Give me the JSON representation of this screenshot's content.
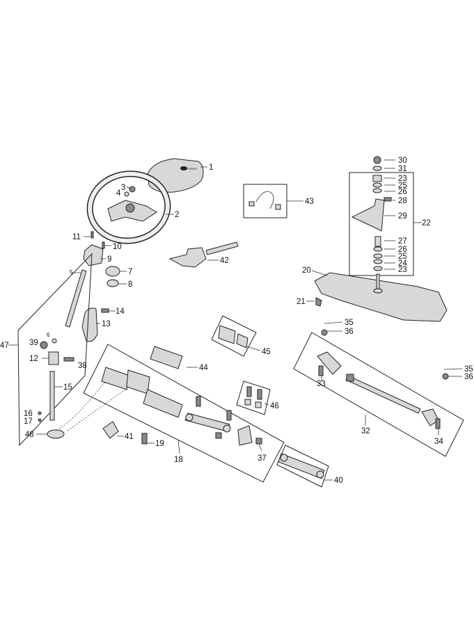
{
  "diagram": {
    "type": "exploded parts diagram",
    "subject": "steering system",
    "callouts": [
      "1",
      "2",
      "3",
      "4",
      "5",
      "6",
      "7",
      "8",
      "9",
      "10",
      "11",
      "12",
      "13",
      "14",
      "15",
      "16",
      "17",
      "18",
      "19",
      "20",
      "21",
      "22",
      "23",
      "23",
      "24",
      "25",
      "25",
      "26",
      "26",
      "27",
      "28",
      "29",
      "30",
      "31",
      "32",
      "33",
      "34",
      "35",
      "35",
      "36",
      "36",
      "37",
      "38",
      "39",
      "40",
      "41",
      "42",
      "43",
      "44",
      "45",
      "46",
      "47",
      "48"
    ],
    "logo_text": "POWER"
  }
}
